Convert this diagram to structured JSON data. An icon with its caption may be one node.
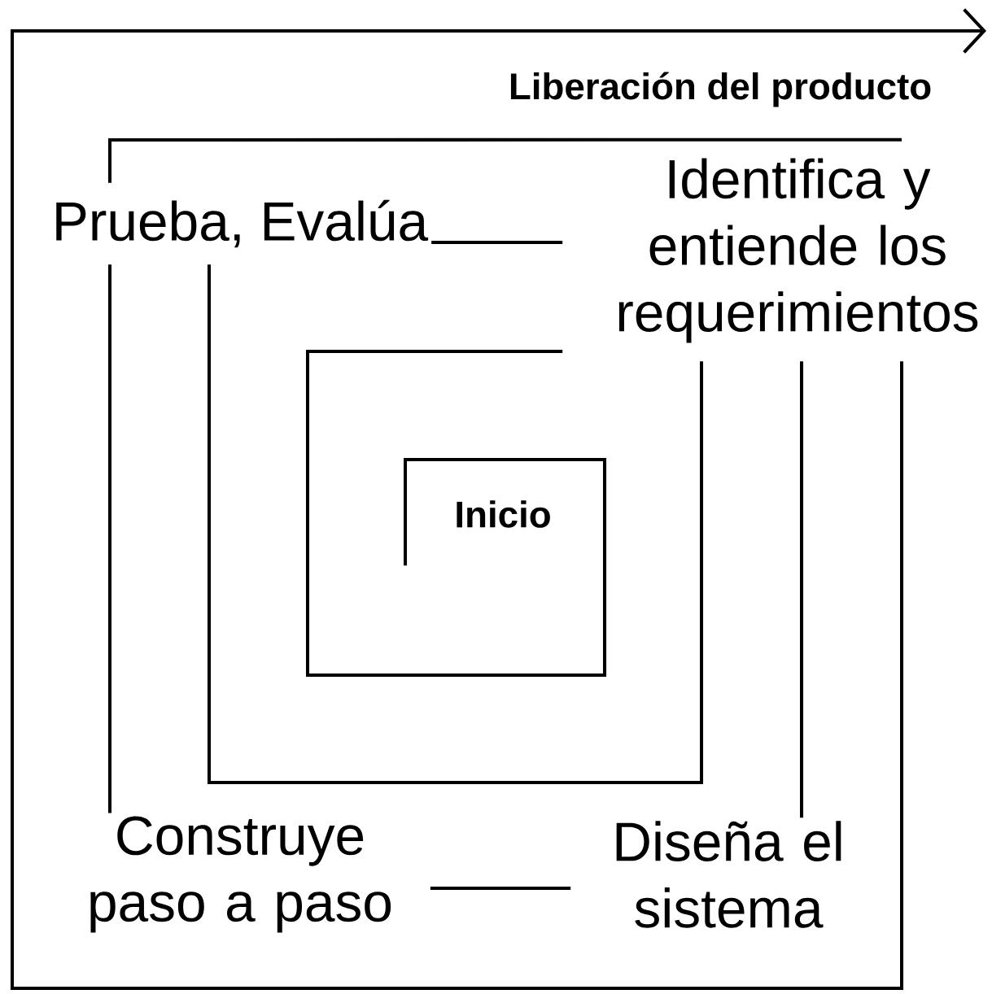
{
  "diagram": {
    "nodes": [
      {
        "text": [
          "Inicio"
        ]
      },
      {
        "text": [
          "Identifica y entiende los requerimientos"
        ]
      },
      {
        "text": [
          "Prueba, Evalúa"
        ]
      },
      {
        "text": [
          "Diseña el sistema"
        ]
      },
      {
        "text": [
          "Construye paso a paso"
        ]
      }
    ],
    "edges": [
      {
        "from": 0,
        "to": 1,
        "arrow": "none"
      },
      {
        "from": 1,
        "to": 2,
        "arrow": "none"
      },
      {
        "from": 2,
        "to": 1,
        "arrow": "none"
      },
      {
        "from": 1,
        "to": 3,
        "arrow": "none"
      },
      {
        "from": 3,
        "to": 4,
        "arrow": "none"
      },
      {
        "from": 4,
        "to": 2,
        "arrow": "none"
      },
      {
        "from": 2,
        "to": 1,
        "arrow": "none"
      },
      {
        "from": 1,
        "to": null,
        "arrow": "to"
      }
    ],
    "labels": [
      "Liberación del producto"
    ]
  }
}
